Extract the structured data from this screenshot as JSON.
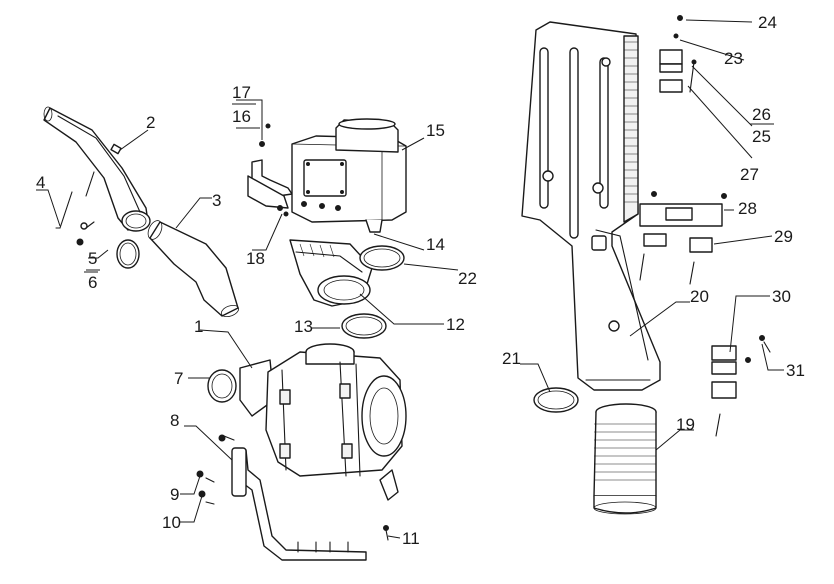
{
  "diagram": {
    "type": "exploded-parts-view",
    "callouts": [
      {
        "id": "c1",
        "label": "1"
      },
      {
        "id": "c2",
        "label": "2"
      },
      {
        "id": "c3",
        "label": "3"
      },
      {
        "id": "c4",
        "label": "4"
      },
      {
        "id": "c5",
        "label": "5"
      },
      {
        "id": "c6",
        "label": "6"
      },
      {
        "id": "c7",
        "label": "7"
      },
      {
        "id": "c8",
        "label": "8"
      },
      {
        "id": "c9",
        "label": "9"
      },
      {
        "id": "c10",
        "label": "10"
      },
      {
        "id": "c11",
        "label": "11"
      },
      {
        "id": "c12",
        "label": "12"
      },
      {
        "id": "c13",
        "label": "13"
      },
      {
        "id": "c14",
        "label": "14"
      },
      {
        "id": "c15",
        "label": "15"
      },
      {
        "id": "c16",
        "label": "16"
      },
      {
        "id": "c17",
        "label": "17"
      },
      {
        "id": "c18",
        "label": "18"
      },
      {
        "id": "c19",
        "label": "19"
      },
      {
        "id": "c20",
        "label": "20"
      },
      {
        "id": "c21",
        "label": "21"
      },
      {
        "id": "c22",
        "label": "22"
      },
      {
        "id": "c23",
        "label": "23"
      },
      {
        "id": "c24",
        "label": "24"
      },
      {
        "id": "c25",
        "label": "25"
      },
      {
        "id": "c26",
        "label": "26"
      },
      {
        "id": "c27",
        "label": "27"
      },
      {
        "id": "c28",
        "label": "28"
      },
      {
        "id": "c29",
        "label": "29"
      },
      {
        "id": "c30",
        "label": "30"
      },
      {
        "id": "c31",
        "label": "31"
      }
    ]
  }
}
